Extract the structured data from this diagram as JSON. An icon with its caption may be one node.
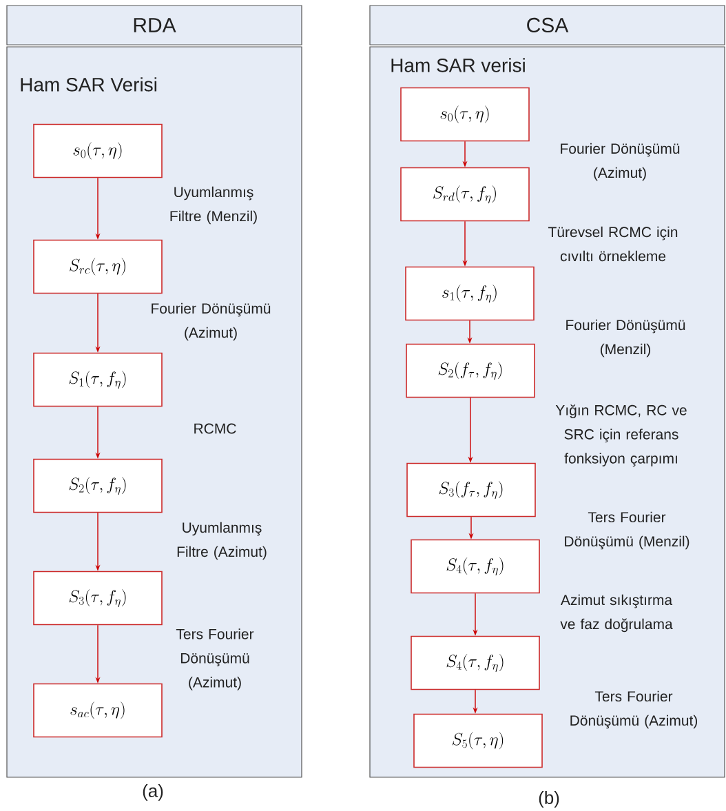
{
  "diagram": {
    "nodes": [
      {
        "text": [
          "RDA"
        ]
      },
      {
        "text": [
          "Ham SAR Verisi"
        ]
      },
      {
        "text": [
          "s_0(\\tau,\\eta)"
        ],
        "in": 1
      },
      {
        "text": [
          "S_{rc}(\\tau,\\eta)"
        ],
        "in": 1
      },
      {
        "text": [
          "S_1(\\tau,f_\\eta)"
        ],
        "in": 1
      },
      {
        "text": [
          "S_2(\\tau,f_\\eta)"
        ],
        "in": 1
      },
      {
        "text": [
          "S_3(\\tau,f_\\eta)"
        ],
        "in": 1
      },
      {
        "text": [
          "s_{ac}(\\tau,\\eta)"
        ],
        "in": 1
      },
      {
        "text": [
          "CSA"
        ]
      },
      {
        "text": [
          "Ham SAR verisi"
        ]
      },
      {
        "text": [
          "s_0(\\tau,\\eta)"
        ],
        "in": 9
      },
      {
        "text": [
          "S_{rd}(\\tau,f_\\eta)"
        ],
        "in": 9
      },
      {
        "text": [
          "s_1(\\tau,f_\\eta)"
        ],
        "in": 9
      },
      {
        "text": [
          "S_2(f_\\tau,f_\\eta)"
        ],
        "in": 9
      },
      {
        "text": [
          "S_3(f_\\tau,f_\\eta)"
        ],
        "in": 9
      },
      {
        "text": [
          "S_4(\\tau,f_\\eta)"
        ],
        "in": 9
      },
      {
        "text": [
          "S_4(\\tau,f_\\eta)"
        ],
        "in": 9
      },
      {
        "text": [
          "S_5(\\tau,\\eta)"
        ],
        "in": 9
      }
    ],
    "edges": [
      {
        "from": 2,
        "to": 3,
        "arrow": "to"
      },
      {
        "from": 3,
        "to": 4,
        "arrow": "to"
      },
      {
        "from": 4,
        "to": 5,
        "arrow": "to"
      },
      {
        "from": 5,
        "to": 6,
        "arrow": "to"
      },
      {
        "from": 6,
        "to": 7,
        "arrow": "to"
      },
      {
        "from": 10,
        "to": 11,
        "arrow": "to"
      },
      {
        "from": 11,
        "to": 12,
        "arrow": "to"
      },
      {
        "from": 12,
        "to": 13,
        "arrow": "to"
      },
      {
        "from": 13,
        "to": 14,
        "arrow": "to"
      },
      {
        "from": 14,
        "to": 15,
        "arrow": "to"
      },
      {
        "from": 15,
        "to": 16,
        "arrow": "to"
      },
      {
        "from": 16,
        "to": 17,
        "arrow": "to"
      }
    ],
    "labels": [
      "Uyumlanmış Filtre (Menzil)",
      "Fourier Dönüşümü (Azimut)",
      "RCMC",
      "Uyumlanmış Filtre (Azimut)",
      "Ters Fourier Dönüşümü (Azimut)",
      "Fourier Dönüşümü (Azimut)",
      "Türevsel RCMC için cıvıltı örnekleme",
      "Fourier Dönüşümü (Menzil)",
      "Yığın RCMC, RC ve SRC için referans fonksiyon çarpımı",
      "Ters Fourier Dönüşümü (Menzil)",
      "Azimut sıkıştırma ve faz doğrulama",
      "Ters Fourier Dönüşümü (Azimut)",
      "(a)",
      "(b)"
    ]
  }
}
